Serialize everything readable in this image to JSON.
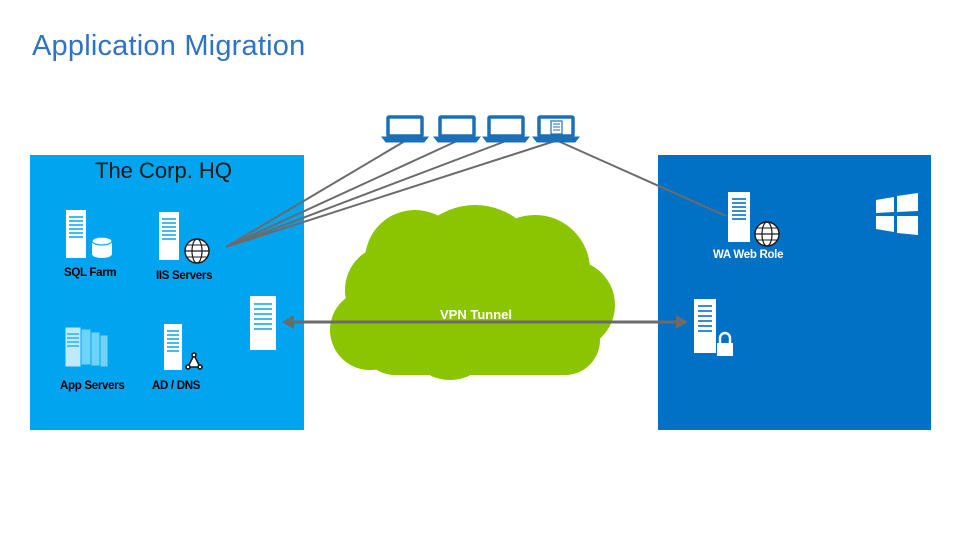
{
  "page": {
    "title": "Application Migration"
  },
  "hq": {
    "title": "The Corp. HQ",
    "sql_farm": "SQL Farm",
    "iis_servers": "IIS Servers",
    "app_servers": "App Servers",
    "ad_dns": "AD / DNS"
  },
  "cloud": {
    "vpn_label": "VPN Tunnel"
  },
  "azure": {
    "wa_web_role": "WA Web Role"
  },
  "colors": {
    "title_text": "#2f74c4",
    "hq_panel": "#00a4ef",
    "azure_panel": "#0071c5",
    "cloud": "#8bc400",
    "laptop": "#1b6fb8",
    "connector": "#6b6b6b"
  },
  "icons": [
    "laptop-icon",
    "windows-logo-icon",
    "server-icon",
    "database-icon",
    "globe-icon",
    "lock-icon",
    "server-stack-icon",
    "network-icon"
  ]
}
